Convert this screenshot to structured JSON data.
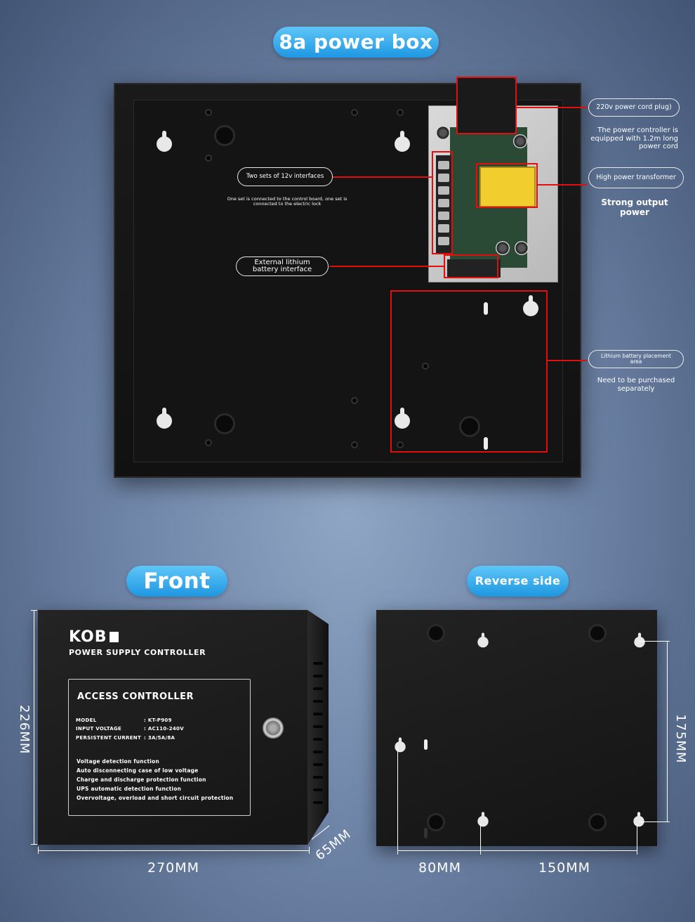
{
  "header": {
    "title": "8a power box"
  },
  "callouts": {
    "power_cord_plug": "220v power cord plug)",
    "power_cord_note": "The power controller is equipped with 1.2m long power cord",
    "interfaces_12v": "Two sets of 12v interfaces",
    "interfaces_note": "One set is connected to the control board, one set is connected to the electric lock",
    "transformer": "High power transformer",
    "transformer_note": "Strong output power",
    "lithium_interface": "External lithium battery interface",
    "battery_area": "Lithium battery placement area",
    "battery_note": "Need to be purchased separately"
  },
  "front": {
    "title": "Front",
    "brand": "KOB",
    "brand_subtitle": "POWER SUPPLY CONTROLLER",
    "panel_title": "ACCESS CONTROLLER",
    "specs": [
      {
        "label": "MODEL",
        "value": ": KT-P909"
      },
      {
        "label": "INPUT  VOLTAGE",
        "value": ": AC110-240V"
      },
      {
        "label": "PERSISTENT CURRENT",
        "value": ": 3A/5A/8A"
      }
    ],
    "features": [
      "Voltage detection function",
      "Auto disconnecting case of low voltage",
      "Charge and discharge protection function",
      "UPS automatic detection function",
      "Overvoltage, overload and short circuit protection"
    ],
    "dims": {
      "height": "226MM",
      "width": "270MM",
      "depth": "65MM"
    }
  },
  "reverse": {
    "title": "Reverse side",
    "dims": {
      "height": "175MM",
      "left": "80MM",
      "right": "150MM"
    }
  }
}
